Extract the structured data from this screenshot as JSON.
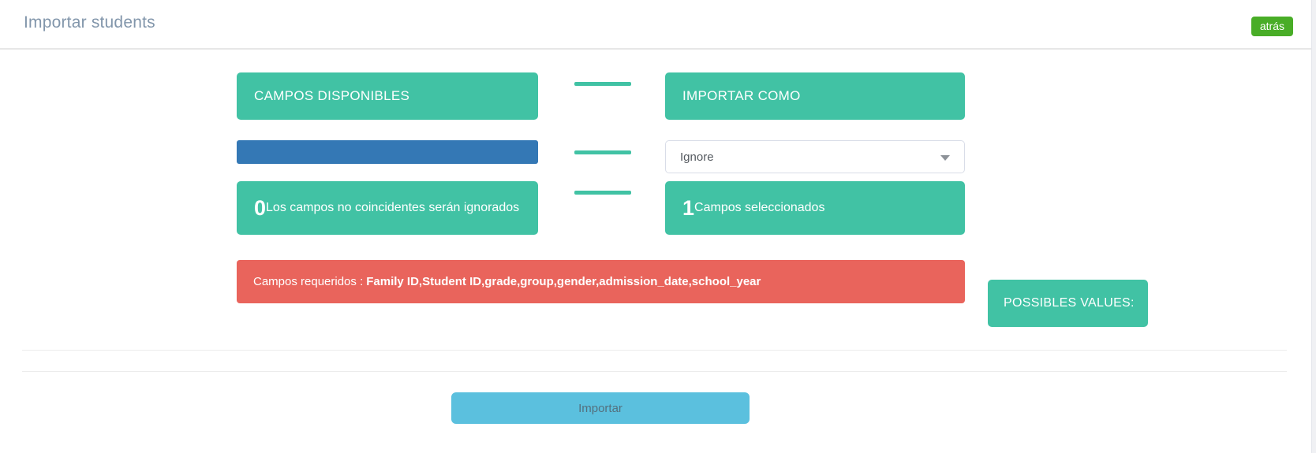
{
  "header": {
    "title": "Importar students",
    "back_button_label": "atrás"
  },
  "mapping": {
    "source_header": "CAMPOS DISPONIBLES",
    "target_header": "IMPORTAR COMO",
    "target_select_value": "Ignore",
    "unmatched_count": "0",
    "unmatched_text": "Los campos no coincidentes serán ignorados",
    "selected_count": "1",
    "selected_text": "Campos seleccionados"
  },
  "required_fields": {
    "prefix": "Campos requeridos : ",
    "fields": "Family ID,Student ID,grade,group,gender,admission_date,school_year"
  },
  "possible_values_label": "POSSIBLES VALUES:",
  "import_button_label": "Importar",
  "colors": {
    "teal": "#41c2a4",
    "blue": "#3478b5",
    "red": "#e9645c",
    "back_green": "#49ad27",
    "import_light_blue": "#5bc0de",
    "title_gray_blue": "#8296ab"
  }
}
